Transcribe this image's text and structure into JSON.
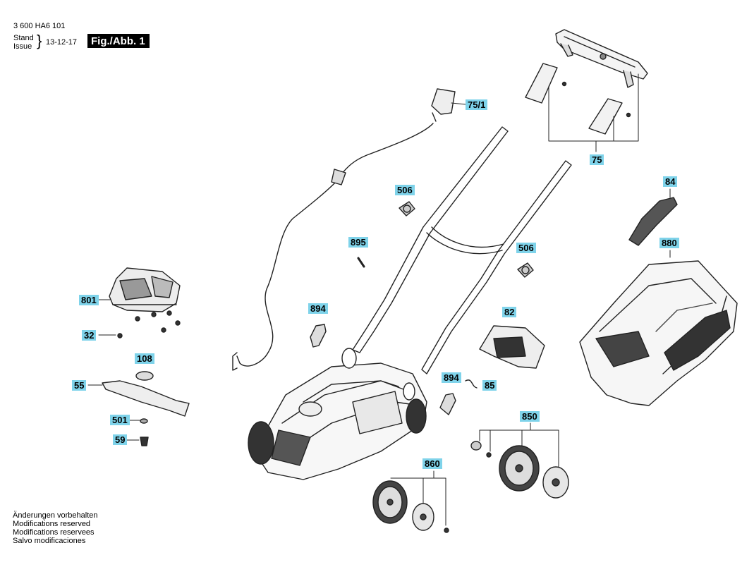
{
  "header": {
    "part_number": "3 600 HA6 101",
    "stand_label": "Stand",
    "issue_label": "Issue",
    "brace": "}",
    "date": "13-12-17",
    "figure_label": "Fig./Abb. 1"
  },
  "parts": [
    {
      "id": "75_1",
      "label": "75/1"
    },
    {
      "id": "75",
      "label": "75"
    },
    {
      "id": "84",
      "label": "84"
    },
    {
      "id": "880",
      "label": "880"
    },
    {
      "id": "506a",
      "label": "506"
    },
    {
      "id": "506b",
      "label": "506"
    },
    {
      "id": "895",
      "label": "895"
    },
    {
      "id": "801",
      "label": "801"
    },
    {
      "id": "32",
      "label": "32"
    },
    {
      "id": "894a",
      "label": "894"
    },
    {
      "id": "82",
      "label": "82"
    },
    {
      "id": "108",
      "label": "108"
    },
    {
      "id": "55",
      "label": "55"
    },
    {
      "id": "894b",
      "label": "894"
    },
    {
      "id": "85",
      "label": "85"
    },
    {
      "id": "501",
      "label": "501"
    },
    {
      "id": "850",
      "label": "850"
    },
    {
      "id": "59",
      "label": "59"
    },
    {
      "id": "860",
      "label": "860"
    }
  ],
  "footer": {
    "lines": [
      "Änderungen vorbehalten",
      "Modifications reserved",
      "Modifications reservees",
      "Salvo modificaciones"
    ]
  }
}
